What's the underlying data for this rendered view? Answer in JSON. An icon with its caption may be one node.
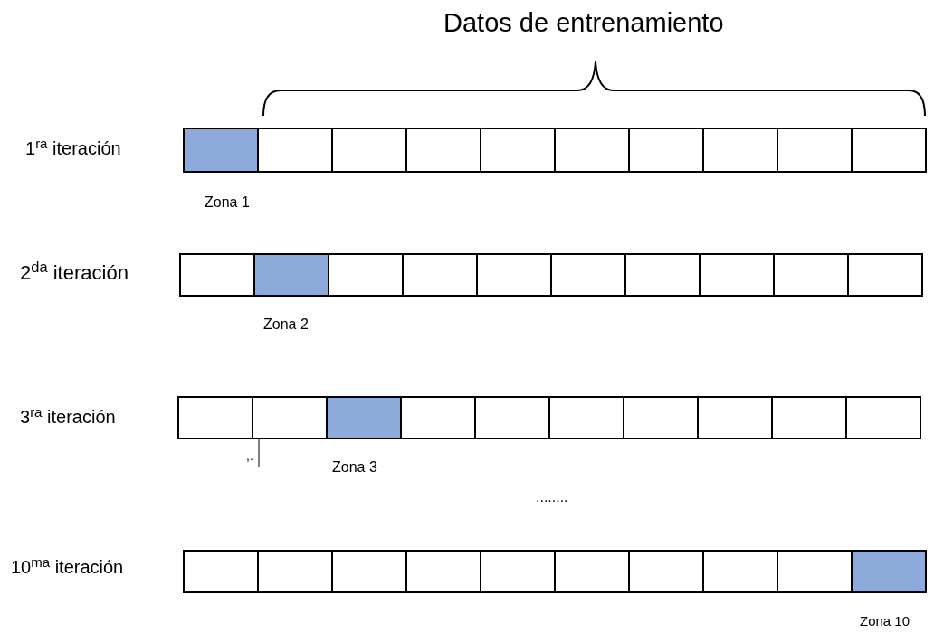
{
  "diagram": {
    "title": "Datos de entrenamiento",
    "labels": [
      "1$^{ra}$ iteración",
      "Zona 1",
      "2$^{da}$ iteración",
      "Zona 2",
      "3$^{ra}$ iteración",
      ",.",
      "Zona 3",
      "........",
      "10$^{ma}$ iteración",
      "Zona 10"
    ]
  }
}
